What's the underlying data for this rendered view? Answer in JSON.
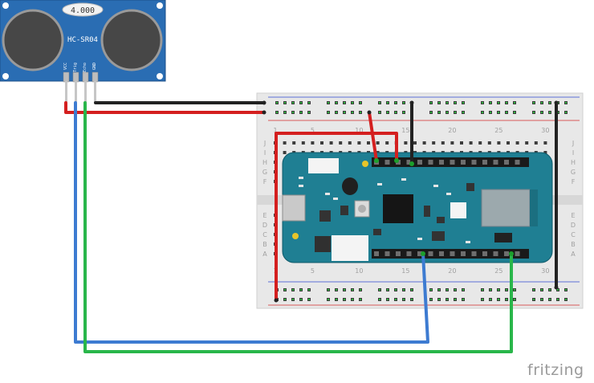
{
  "sensor": {
    "display": "4.000",
    "model": "HC-SR04",
    "pins": [
      "VCC",
      "Trig",
      "Echo",
      "GND"
    ]
  },
  "breadboard": {
    "column_numbers": [
      "1",
      "5",
      "10",
      "15",
      "20",
      "25",
      "30"
    ],
    "row_letters_top": [
      "J",
      "I",
      "H",
      "G",
      "F"
    ],
    "row_letters_bottom": [
      "E",
      "D",
      "C",
      "B",
      "A"
    ]
  },
  "brand": "fritzing",
  "colors": {
    "sensor_blue": "#2a6db3",
    "board_teal": "#1f7f93",
    "wire_red": "#d41f1f",
    "wire_black": "#222222",
    "wire_blue": "#3d7bd1",
    "wire_green": "#29b64a"
  }
}
